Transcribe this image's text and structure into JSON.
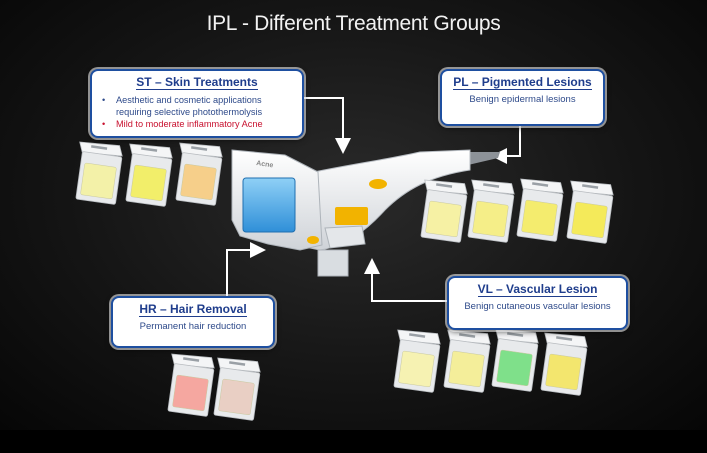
{
  "title": "IPL - Different Treatment Groups",
  "groups": {
    "st": {
      "title": "ST – Skin Treatments",
      "bullets": [
        "Aesthetic and cosmetic applications requiring selective photothermolysis",
        "Mild to moderate inflammatory Acne"
      ]
    },
    "pl": {
      "title": "PL – Pigmented Lesions",
      "description": "Benign epidermal lesions"
    },
    "hr": {
      "title": "HR – Hair Removal",
      "description": "Permanent hair reduction"
    },
    "vl": {
      "title": "VL – Vascular Lesion",
      "description": "Benign cutaneous vascular lesions"
    }
  },
  "handpiece_label": "Acne",
  "filter_colors": {
    "st": [
      "#f3f1a8",
      "#f2ee6a",
      "#f6cf8a"
    ],
    "pl": [
      "#f6f1a4",
      "#f5ee88",
      "#f4ec6e",
      "#f4ea5a"
    ],
    "hr": [
      "#f5a7a0",
      "#e9cfc4"
    ],
    "vl": [
      "#f6f2b2",
      "#f4ee9a",
      "#7fe08a",
      "#f3e66e"
    ]
  },
  "colors": {
    "box_border": "#1e4fa0",
    "title_text": "#1f3d8c",
    "highlight_red": "#c8102e",
    "accent_yellow": "#f2b300",
    "handpiece_window": "#3ba7ea"
  }
}
